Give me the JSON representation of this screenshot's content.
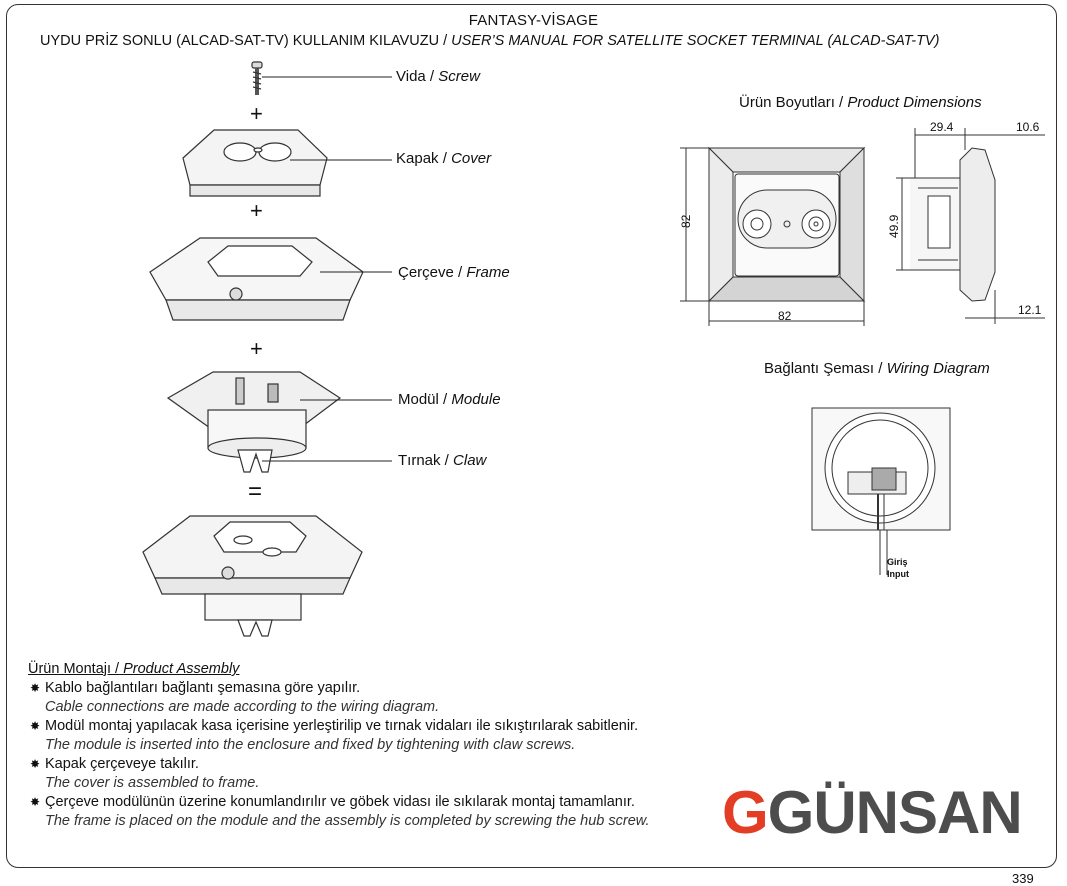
{
  "header": {
    "title": "FANTASY-VİSAGE",
    "subtitle_tr": "UYDU PRİZ SONLU (ALCAD-SAT-TV) KULLANIM KILAVUZU /",
    "subtitle_en": "USER’S MANUAL FOR SATELLITE SOCKET TERMINAL (ALCAD-SAT-TV)"
  },
  "parts": [
    {
      "tr": "Vida",
      "en": "Screw"
    },
    {
      "tr": "Kapak",
      "en": "Cover"
    },
    {
      "tr": "Çerçeve",
      "en": "Frame"
    },
    {
      "tr": "Modül",
      "en": "Module"
    },
    {
      "tr": "Tırnak",
      "en": "Claw"
    }
  ],
  "symbols": {
    "plus": "+",
    "equals": "="
  },
  "dimensions": {
    "title_tr": "Ürün Boyutları /",
    "title_en": "Product Dimensions",
    "front_height": "82",
    "front_width": "82",
    "side_depth": "29.4",
    "side_cover": "10.6",
    "side_height": "49.9",
    "side_bottom": "12.1"
  },
  "wiring": {
    "title_tr": "Bağlantı Şeması /",
    "title_en": "Wiring Diagram",
    "input_tr": "Giriş",
    "input_en": "Input"
  },
  "assembly": {
    "title_tr": "Ürün Montajı /",
    "title_en": "Product Assembly",
    "steps": [
      {
        "tr": "Kablo bağlantıları bağlantı şemasına göre yapılır.",
        "en": "Cable connections are made according to the wiring diagram."
      },
      {
        "tr": "Modül montaj yapılacak kasa içerisine yerleştirilip ve tırnak vidaları ile sıkıştırılarak sabitlenir.",
        "en": "The module is inserted into the enclosure and fixed by tightening with claw screws."
      },
      {
        "tr": "Kapak çerçeveye takılır.",
        "en": "The cover is assembled to frame."
      },
      {
        "tr": "Çerçeve modülünün üzerine konumlandırılır ve göbek vidası ile sıkılarak montaj tamamlanır.",
        "en": "The frame is placed on the module and the assembly is completed by screwing the hub screw."
      }
    ]
  },
  "brand": {
    "logo_g": "G",
    "logo_rest": "GÜNSAN",
    "accent": "#e43d25",
    "dark": "#4d4d4d"
  },
  "page_number": "339"
}
